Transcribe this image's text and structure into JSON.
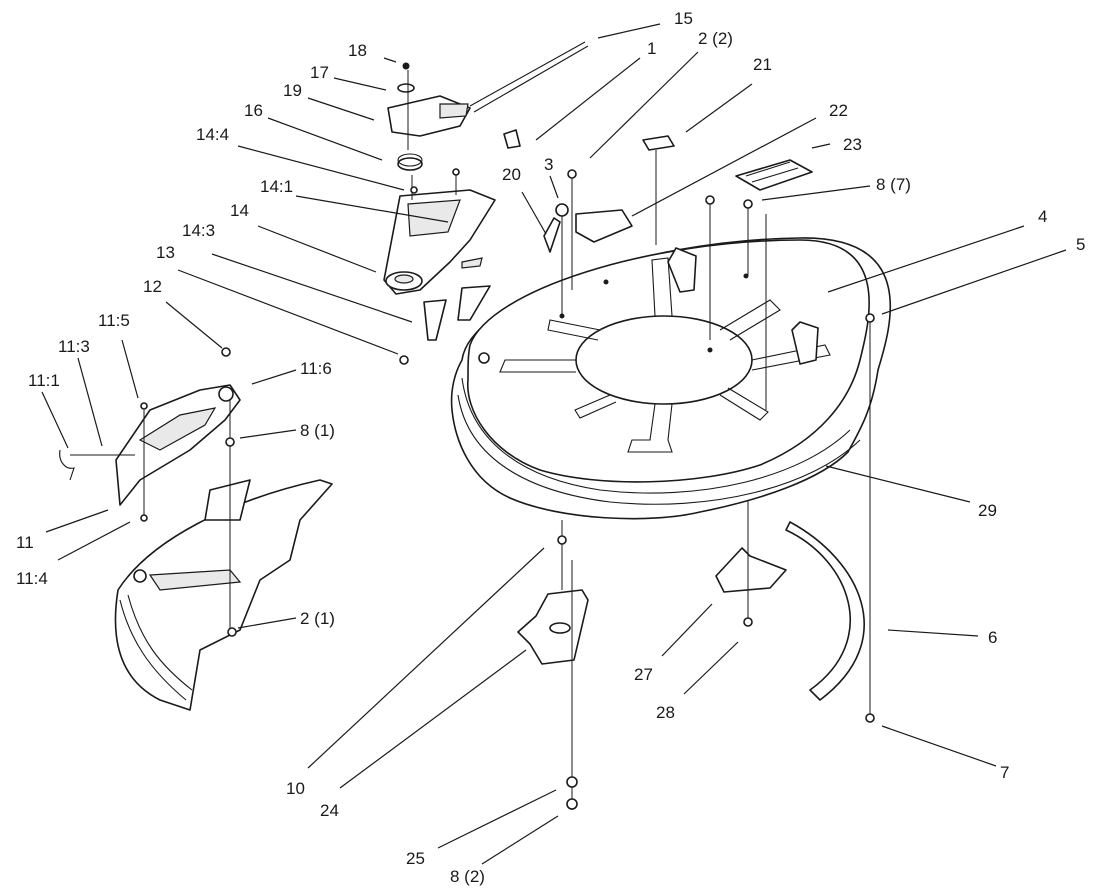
{
  "callouts": {
    "c15": "15",
    "c1": "1",
    "c2_2": "2 (2)",
    "c18": "18",
    "c17": "17",
    "c19": "19",
    "c16": "16",
    "c21": "21",
    "c22": "22",
    "c23": "23",
    "c14_4": "14:4",
    "c14_1": "14:1",
    "c20": "20",
    "c3": "3",
    "c8_7": "8 (7)",
    "c14": "14",
    "c14_3": "14:3",
    "c4": "4",
    "c5": "5",
    "c13": "13",
    "c12": "12",
    "c11_5": "11:5",
    "c11_3": "11:3",
    "c11_6": "11:6",
    "c11_1": "11:1",
    "c8_1": "8 (1)",
    "c29": "29",
    "c11": "11",
    "c11_4": "11:4",
    "c2_1": "2 (1)",
    "c6": "6",
    "c27": "27",
    "c28": "28",
    "c7": "7",
    "c10": "10",
    "c24": "24",
    "c25": "25",
    "c8_2": "8 (2)"
  }
}
